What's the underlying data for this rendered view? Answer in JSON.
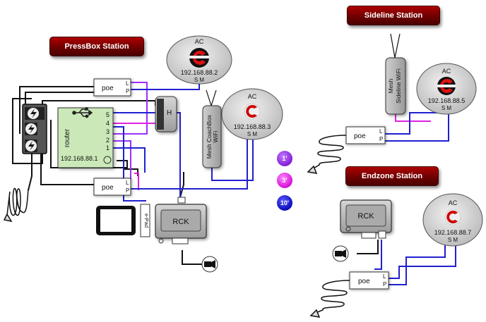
{
  "stations": {
    "pressbox": {
      "title": "PressBox Station"
    },
    "sideline": {
      "title": "Sideline Station"
    },
    "endzone": {
      "title": "Endzone Station"
    }
  },
  "router": {
    "label": "router",
    "ip": "192.168.88.1",
    "ports": [
      "5",
      "4",
      "3",
      "2",
      "1"
    ]
  },
  "poe": {
    "label": "poe",
    "l": "L",
    "p": "P"
  },
  "access_points": {
    "pressbox_left": {
      "label": "AC",
      "ip": "192.168.88.2",
      "sm": "S M"
    },
    "pressbox_right": {
      "label": "AC",
      "ip": "192.168.88.3",
      "sm": "S M"
    },
    "sideline": {
      "label": "AC",
      "ip": "192.168.88.5",
      "sm": "S M"
    },
    "endzone": {
      "label": "AC",
      "ip": "192.168.88.7",
      "sm": "S M"
    }
  },
  "mesh": {
    "coachbox_line1": "Mesh CoachBox",
    "coachbox_line2": "WiFi",
    "sideline_line1": "Mesh",
    "sideline_line2": "Sideline WiFi"
  },
  "rck_label": "RCK",
  "h_label": "H",
  "ipad_label": "e-Pad",
  "cable_legend": [
    {
      "label": "1'",
      "color": "#9b30ff"
    },
    {
      "label": "3'",
      "color": "#ff1aff"
    },
    {
      "label": "10'",
      "color": "#1010e0"
    }
  ],
  "colors": {
    "purple": "#9b30ff",
    "magenta": "#e020e0",
    "blue": "#2020d0",
    "black": "#111111",
    "accent_red": "#8b0000"
  }
}
